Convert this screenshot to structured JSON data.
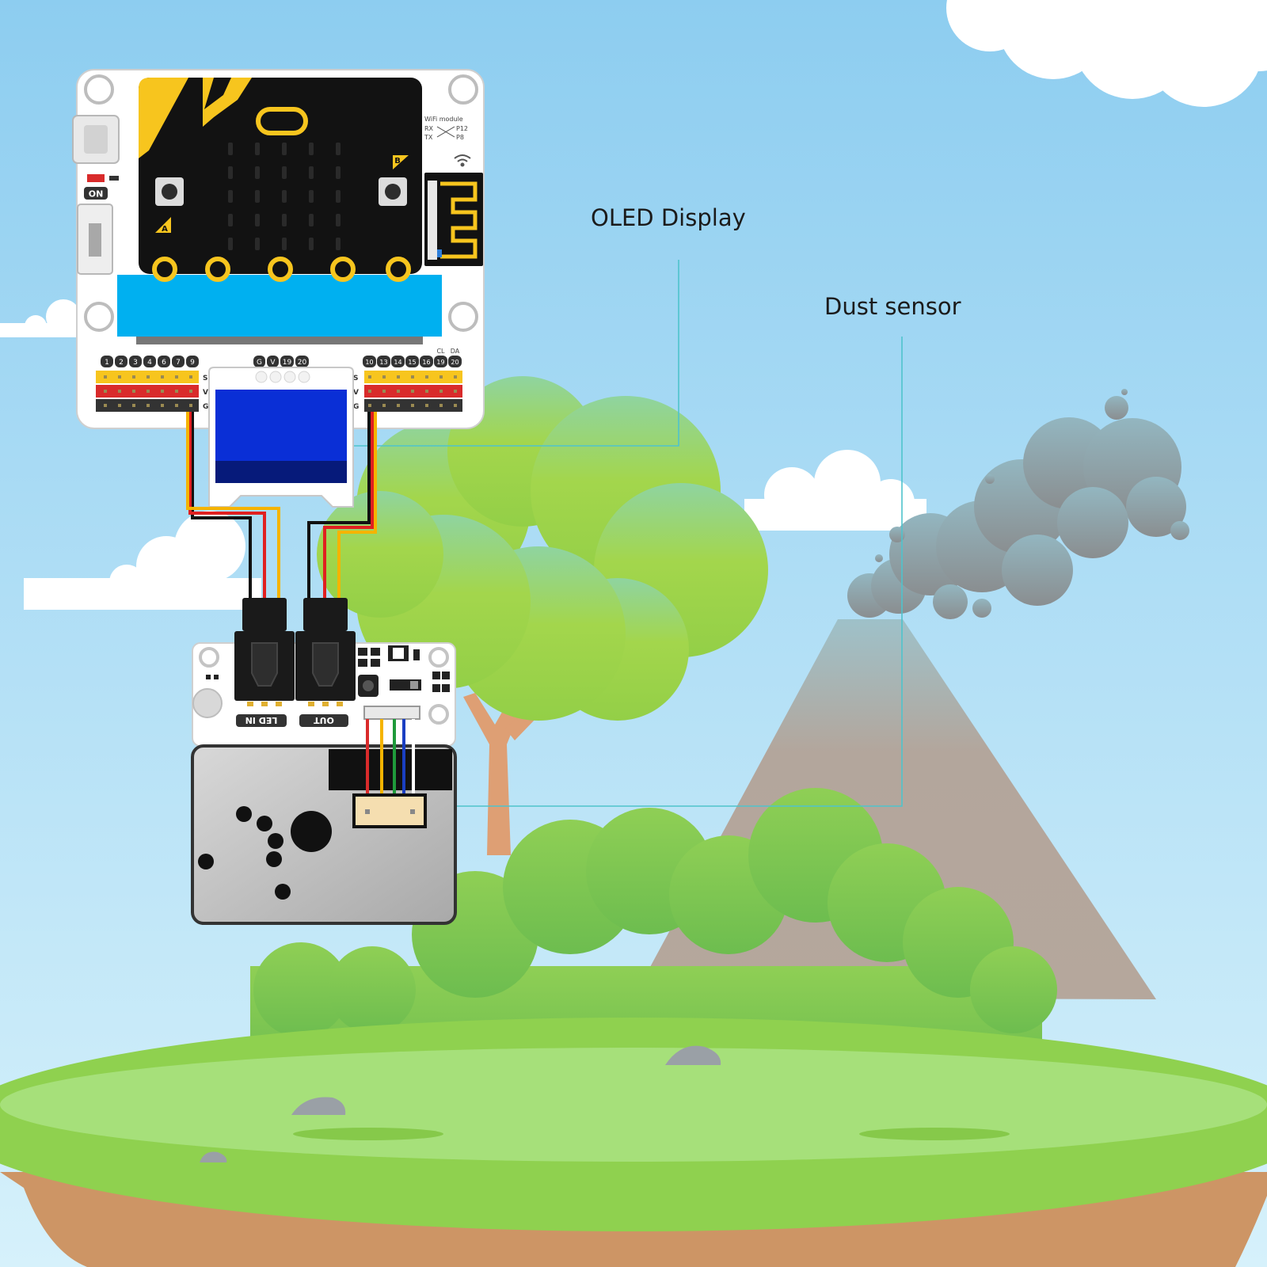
{
  "callouts": {
    "oled": "OLED Display",
    "dust": "Dust sensor"
  },
  "board": {
    "on_label": "ON",
    "btn_a": "A",
    "btn_b": "B",
    "wifi_title": "WiFi module",
    "wifi_rx": "RX",
    "wifi_tx": "TX",
    "wifi_p12": "P12",
    "wifi_p8": "P8",
    "left_pins": [
      "1",
      "2",
      "3",
      "4",
      "6",
      "7",
      "9"
    ],
    "mid_pins": [
      "G",
      "V",
      "19",
      "20"
    ],
    "right_pins": [
      "10",
      "13",
      "14",
      "15",
      "16",
      "19",
      "20"
    ],
    "right_pins_top": [
      "CL",
      "DA"
    ],
    "row_letters": [
      "S",
      "V",
      "G"
    ]
  },
  "sensor": {
    "led_in": "LED IN",
    "out": "OUT"
  },
  "colors": {
    "sky_top": "#8fcff0",
    "callout_line": "#4fc3cc",
    "board_blue": "#00b0f0",
    "microbit_yellow": "#f7c51e",
    "oled_screen": "#0a2fd6"
  }
}
